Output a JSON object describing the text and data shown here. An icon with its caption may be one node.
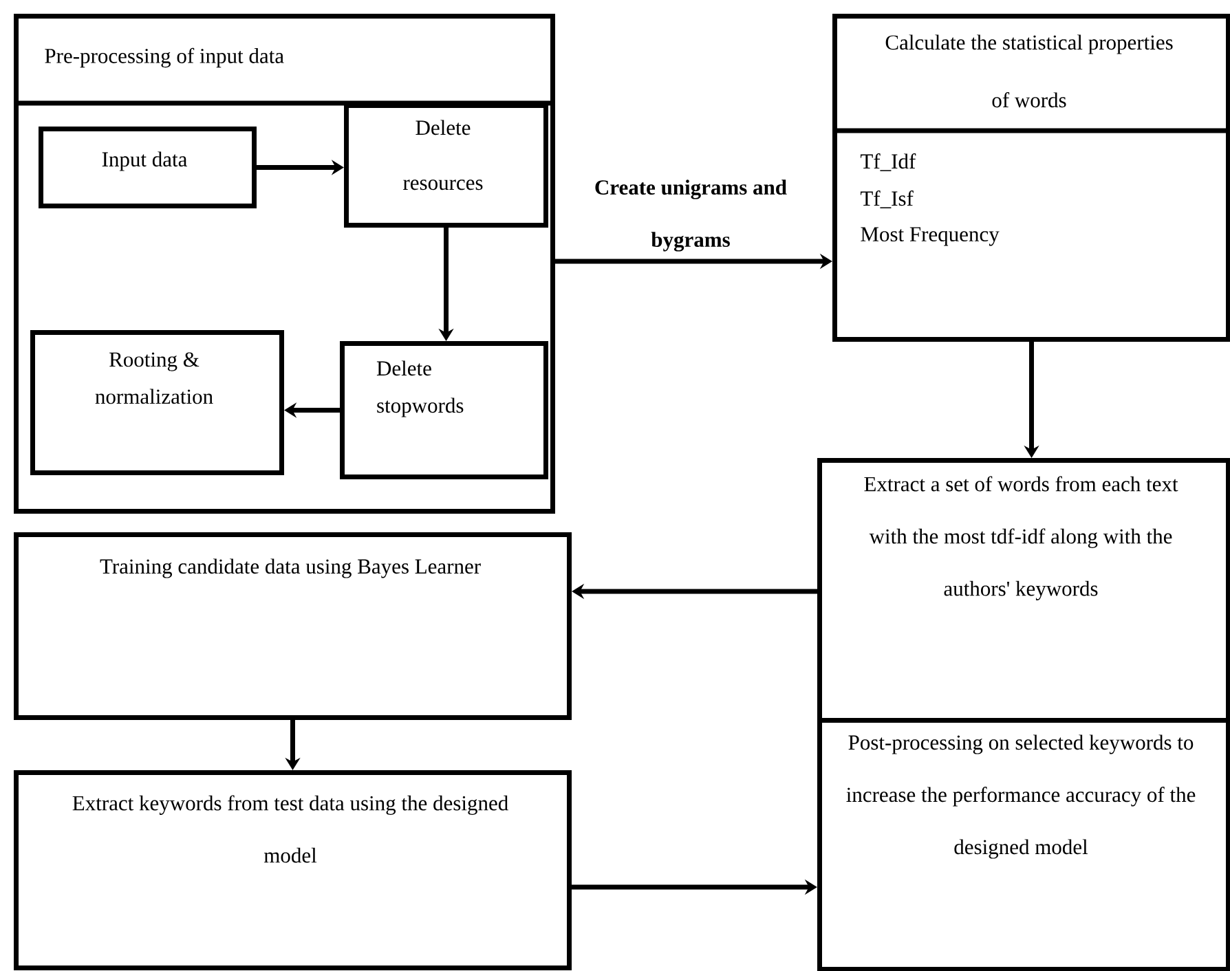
{
  "diagram": {
    "nodes": [
      {
        "text": [
          "Pre-processing of input data"
        ]
      },
      {
        "text": [
          "Input data"
        ],
        "in": 0
      },
      {
        "text": [
          "Delete resources"
        ],
        "in": 0
      },
      {
        "text": [
          "Delete stopwords"
        ],
        "in": 0
      },
      {
        "text": [
          "Rooting & normalization"
        ],
        "in": 0
      },
      {
        "text": [
          "Calculate the statistical properties of words",
          "Tf_Idf",
          "Tf_Isf",
          "Most Frequency"
        ]
      },
      {
        "text": [
          "Extract a set of words from each text with the most tdf-idf along with the authors' keywords"
        ]
      },
      {
        "text": [
          "Training candidate data using Bayes Learner"
        ]
      },
      {
        "text": [
          "Extract keywords from test data using the designed model"
        ]
      },
      {
        "text": [
          "Post-processing on selected keywords to increase the performance accuracy of the designed model"
        ]
      }
    ],
    "edges": [
      {
        "from": 1,
        "to": 2,
        "arrow": "to"
      },
      {
        "from": 2,
        "to": 3,
        "arrow": "to"
      },
      {
        "from": 3,
        "to": 4,
        "arrow": "to"
      },
      {
        "from": 0,
        "to": 5,
        "arrow": "to",
        "label": "Create unigrams and bygrams"
      },
      {
        "from": 5,
        "to": 6,
        "arrow": "to"
      },
      {
        "from": 6,
        "to": 7,
        "arrow": "to"
      },
      {
        "from": 7,
        "to": 8,
        "arrow": "to"
      },
      {
        "from": 8,
        "to": 9,
        "arrow": "to"
      }
    ]
  }
}
